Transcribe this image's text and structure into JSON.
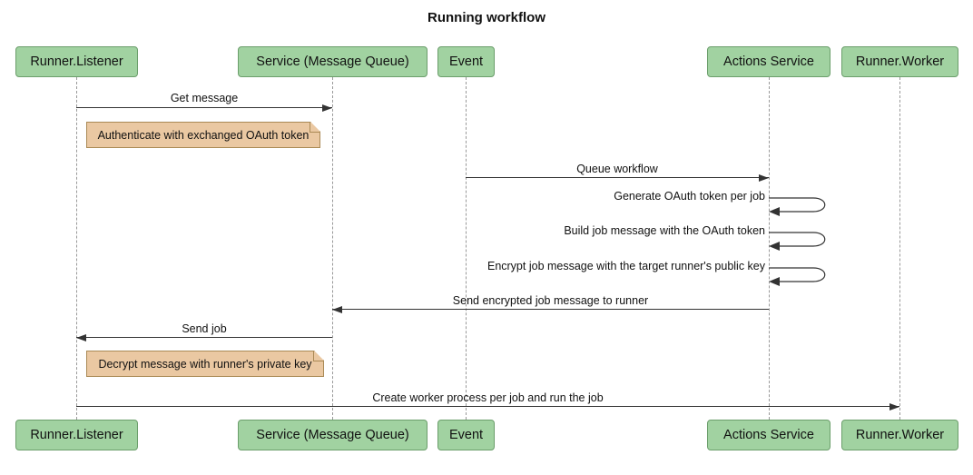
{
  "title": "Running workflow",
  "diagram_type": "sequence",
  "participants": [
    {
      "label": "Runner.Listener"
    },
    {
      "label": "Service (Message Queue)"
    },
    {
      "label": "Event"
    },
    {
      "label": "Actions Service"
    },
    {
      "label": "Runner.Worker"
    }
  ],
  "messages": [
    {
      "from": "Runner.Listener",
      "to": "Service (Message Queue)",
      "label": "Get message"
    },
    {
      "from": "Event",
      "to": "Actions Service",
      "label": "Queue workflow"
    },
    {
      "from": "Actions Service",
      "to": "Actions Service",
      "label": "Generate OAuth token per job"
    },
    {
      "from": "Actions Service",
      "to": "Actions Service",
      "label": "Build job message with the OAuth token"
    },
    {
      "from": "Actions Service",
      "to": "Actions Service",
      "label": "Encrypt job message with the target runner's public key"
    },
    {
      "from": "Actions Service",
      "to": "Service (Message Queue)",
      "label": "Send encrypted job message to runner"
    },
    {
      "from": "Service (Message Queue)",
      "to": "Runner.Listener",
      "label": "Send job"
    },
    {
      "from": "Runner.Listener",
      "to": "Runner.Worker",
      "label": "Create worker process per job and run the job"
    }
  ],
  "notes": [
    {
      "over": "Runner.Listener",
      "text": "Authenticate with exchanged OAuth token"
    },
    {
      "over": "Runner.Listener",
      "text": "Decrypt message with runner's private key"
    }
  ],
  "colors": {
    "actor-fill": "#a1d2a1",
    "actor-border": "#6b9e6b",
    "note-fill": "#eac8a2",
    "note-border": "#aa8a55",
    "line": "#333333",
    "lifeline": "#999999",
    "background": "#ffffff"
  }
}
